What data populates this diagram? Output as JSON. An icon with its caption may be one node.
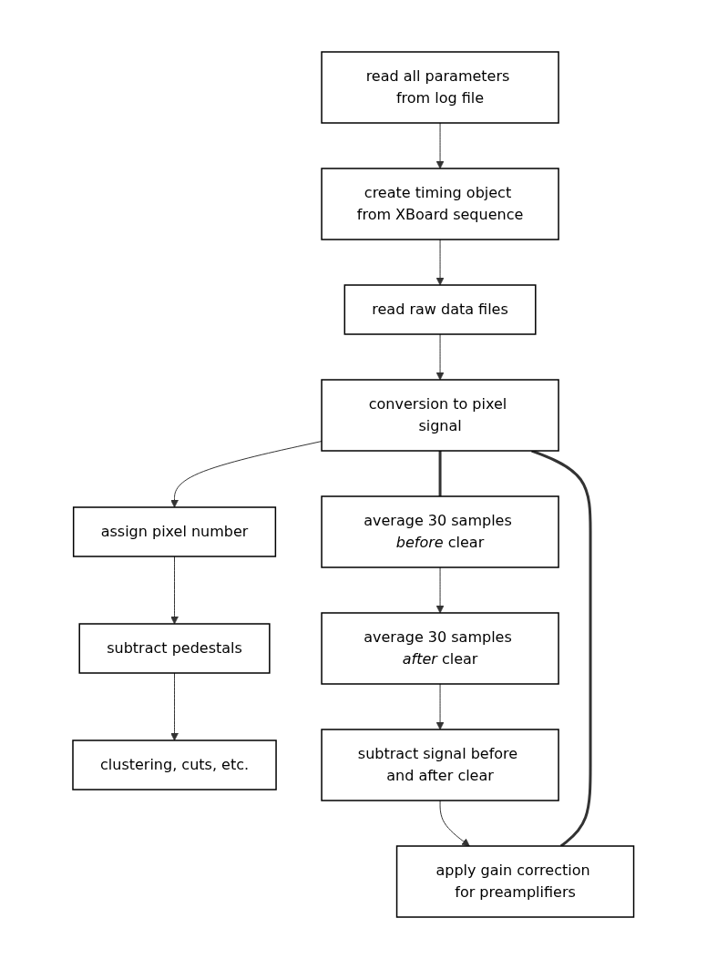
{
  "diagram": {
    "nodes": [
      {
        "text": [
          "read all parameters from log file"
        ]
      },
      {
        "text": [
          "create timing object from XBoard sequence"
        ]
      },
      {
        "text": [
          "read raw data files"
        ]
      },
      {
        "text": [
          "conversion to pixel signal"
        ]
      },
      {
        "text": [
          "assign pixel number"
        ]
      },
      {
        "text": [
          "subtract pedestals"
        ]
      },
      {
        "text": [
          "clustering, cuts, etc."
        ]
      },
      {
        "text": [
          "average 30 samples *before* clear"
        ]
      },
      {
        "text": [
          "average 30 samples *after* clear"
        ]
      },
      {
        "text": [
          "subtract signal before and after clear"
        ]
      },
      {
        "text": [
          "apply gain correction for preamplifiers"
        ]
      }
    ],
    "edges": [
      {
        "from": 0,
        "to": 1,
        "arrow": "to"
      },
      {
        "from": 1,
        "to": 2,
        "arrow": "to"
      },
      {
        "from": 2,
        "to": 3,
        "arrow": "to"
      },
      {
        "from": 3,
        "to": 4,
        "arrow": "to"
      },
      {
        "from": 4,
        "to": 5,
        "arrow": "to"
      },
      {
        "from": 5,
        "to": 6,
        "arrow": "to"
      },
      {
        "from": 7,
        "to": 8,
        "arrow": "to"
      },
      {
        "from": 8,
        "to": 9,
        "arrow": "to"
      },
      {
        "from": 9,
        "to": 10,
        "arrow": "to"
      },
      {
        "from": 3,
        "to": 7,
        "arrow": "none",
        "style": "thick"
      },
      {
        "from": 3,
        "to": 10,
        "arrow": "none",
        "style": "thick"
      }
    ]
  }
}
